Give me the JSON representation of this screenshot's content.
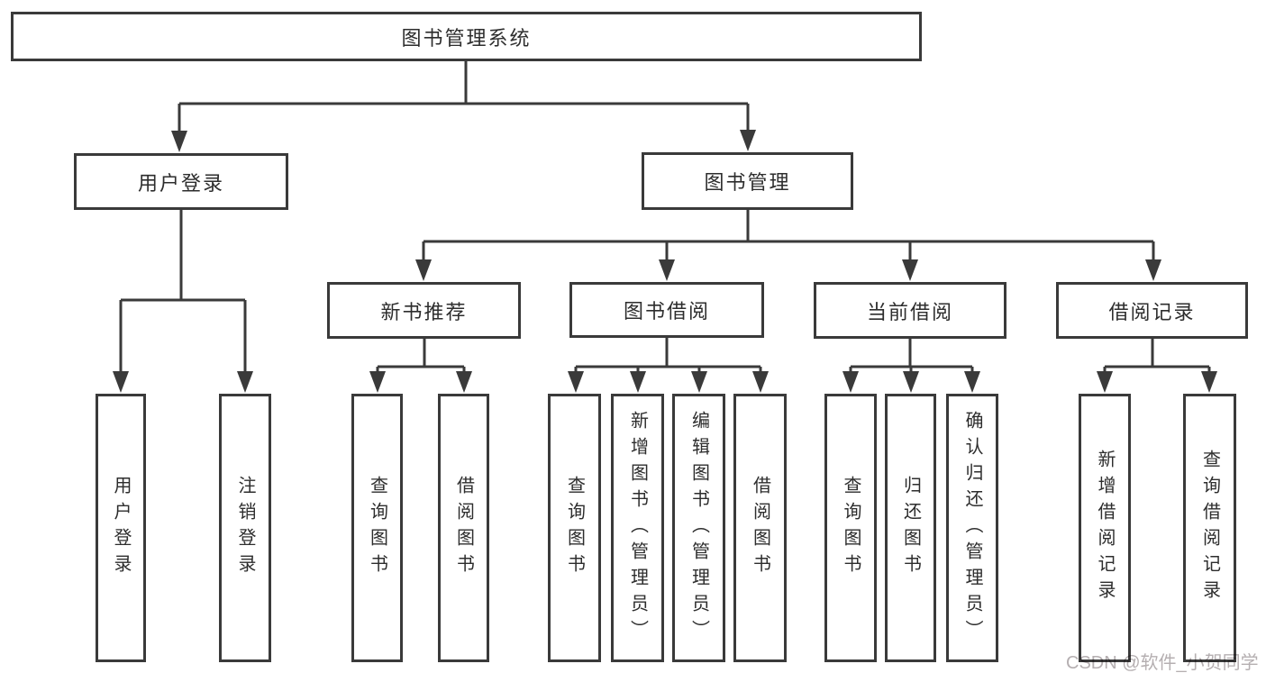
{
  "diagram": {
    "title": "图书管理系统",
    "nodes": {
      "root": {
        "label": "图书管理系统"
      },
      "user_login": {
        "label": "用户登录"
      },
      "book_mgmt": {
        "label": "图书管理"
      },
      "login": {
        "label": "用户登录"
      },
      "logout": {
        "label": "注销登录"
      },
      "new_book_rec": {
        "label": "新书推荐"
      },
      "book_borrow": {
        "label": "图书借阅"
      },
      "current_borrow": {
        "label": "当前借阅"
      },
      "borrow_record": {
        "label": "借阅记录"
      },
      "nbr_query": {
        "label": "查询图书"
      },
      "nbr_borrow": {
        "label": "借阅图书"
      },
      "bb_query": {
        "label": "查询图书"
      },
      "bb_add": {
        "label": "新增图书（管理员）"
      },
      "bb_edit": {
        "label": "编辑图书（管理员）"
      },
      "bb_borrow": {
        "label": "借阅图书"
      },
      "cb_query": {
        "label": "查询图书"
      },
      "cb_return": {
        "label": "归还图书"
      },
      "cb_confirm": {
        "label": "确认归还（管理员）"
      },
      "br_add": {
        "label": "新增借阅记录"
      },
      "br_query": {
        "label": "查询借阅记录"
      }
    },
    "hierarchy": {
      "图书管理系统": [
        "用户登录",
        "图书管理"
      ],
      "用户登录": [
        "用户登录",
        "注销登录"
      ],
      "图书管理": [
        "新书推荐",
        "图书借阅",
        "当前借阅",
        "借阅记录"
      ],
      "新书推荐": [
        "查询图书",
        "借阅图书"
      ],
      "图书借阅": [
        "查询图书",
        "新增图书（管理员）",
        "编辑图书（管理员）",
        "借阅图书"
      ],
      "当前借阅": [
        "查询图书",
        "归还图书",
        "确认归还（管理员）"
      ],
      "借阅记录": [
        "新增借阅记录",
        "查询借阅记录"
      ]
    }
  },
  "watermark": {
    "text": "CSDN @软件_小贺同学"
  },
  "colors": {
    "line": "#3a3a3a",
    "text": "#2d2d2d",
    "box_background": "#ffffff",
    "watermark": "#b5afb1",
    "background": "#ffffff"
  }
}
